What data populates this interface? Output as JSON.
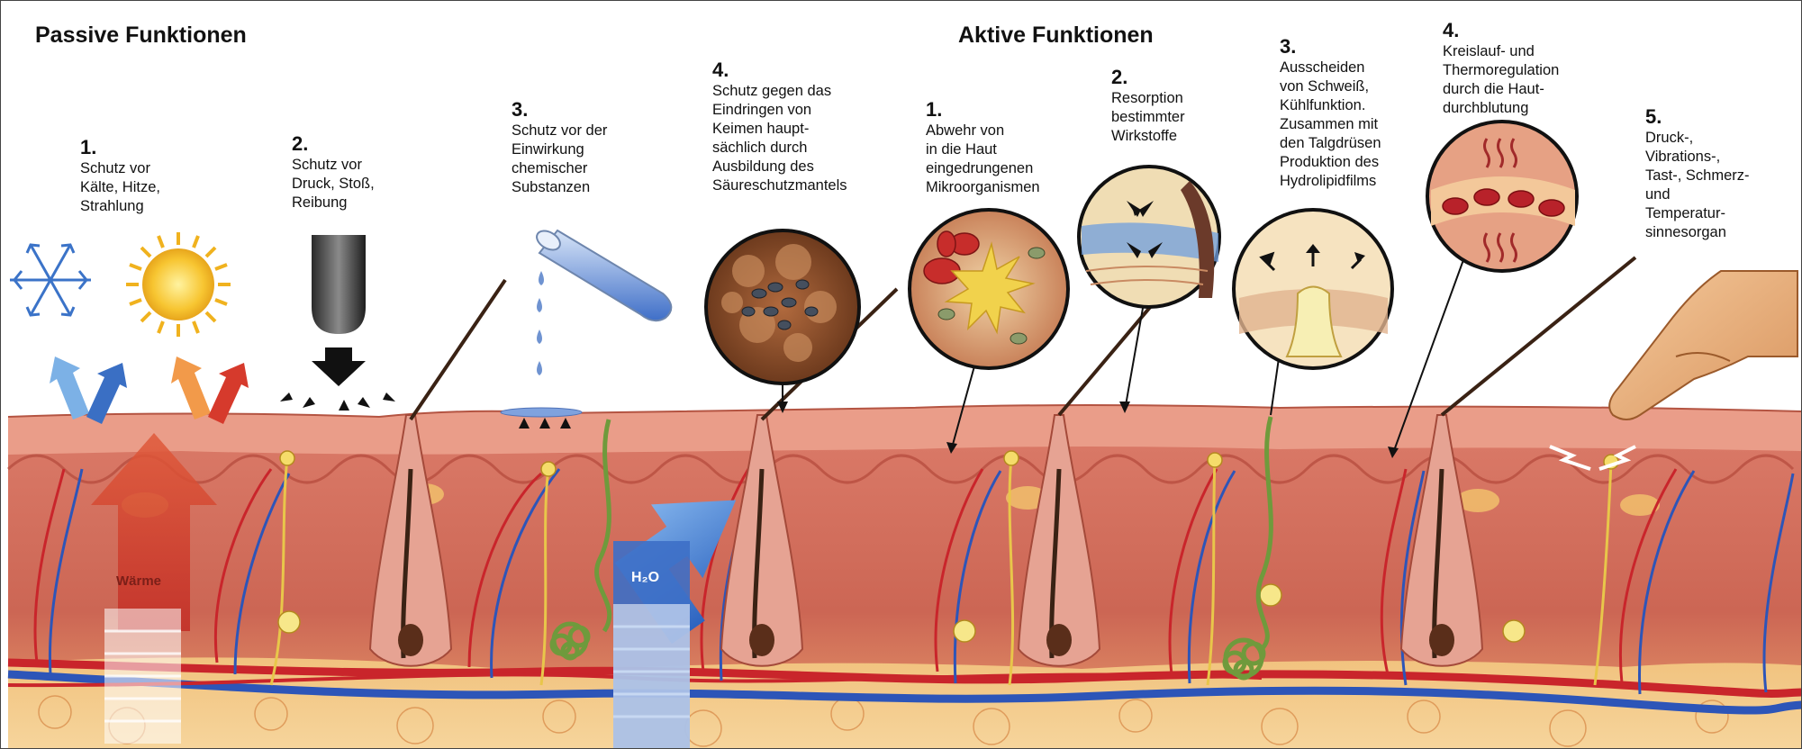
{
  "headers": {
    "passive": "Passive Funktionen",
    "active": "Aktive Funktionen"
  },
  "passive_functions": [
    {
      "number": "1.",
      "text": "Schutz vor\nKälte, Hitze,\nStrahlung"
    },
    {
      "number": "2.",
      "text": "Schutz vor\nDruck, Stoß,\nReibung"
    },
    {
      "number": "3.",
      "text": "Schutz vor der\nEinwirkung\nchemischer\nSubstanzen"
    },
    {
      "number": "4.",
      "text": "Schutz gegen das\nEindringen von\nKeimen haupt-\nsächlich durch\nAusbildung des\nSäureschutzmantels"
    }
  ],
  "active_functions": [
    {
      "number": "1.",
      "text": "Abwehr von\nin die Haut\neingedrungenen\nMikroorganismen"
    },
    {
      "number": "2.",
      "text": "Resorption\nbestimmter\nWirkstoffe"
    },
    {
      "number": "3.",
      "text": "Ausscheiden\nvon Schweiß,\nKühlfunktion.\nZusammen mit\nden Talgdrüsen\nProduktion des\nHydrolipidfilms"
    },
    {
      "number": "4.",
      "text": "Kreislauf- und\nThermoregulation\ndurch die Haut-\ndurchblutung"
    },
    {
      "number": "5.",
      "text": "Druck-,\nVibrations-,\nTast-, Schmerz-\nund\nTemperatur-\nsinnesorgan"
    }
  ],
  "diagram_labels": {
    "heat": "Wärme",
    "water": "H₂O"
  },
  "colors": {
    "epidermis": "#e7907f",
    "dermis": "#cf6a58",
    "subcutis": "#f3c98a",
    "artery": "#c9252b",
    "vein": "#2d55b8",
    "nerve": "#e8c64a",
    "sweat_gland": "#6f9a3c"
  }
}
